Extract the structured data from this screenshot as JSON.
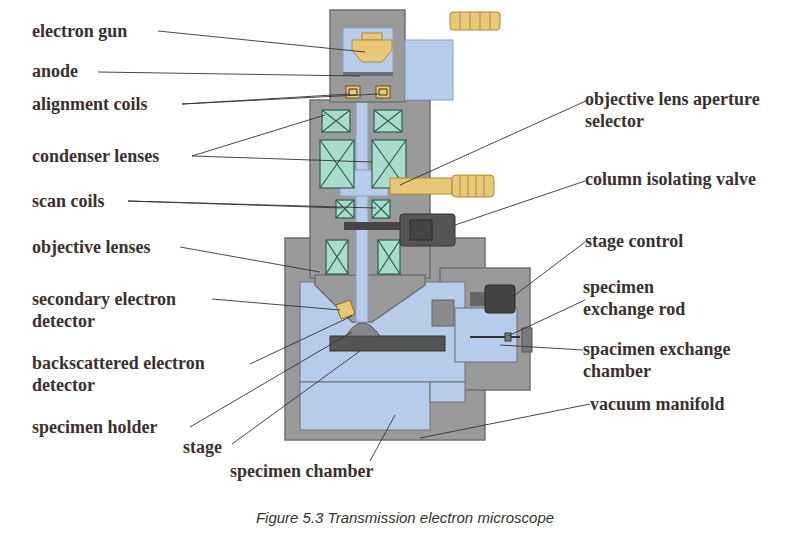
{
  "diagram": {
    "caption": "Figure 5.3 Transmission electron microscope",
    "labels": [
      "electron gun",
      "anode",
      "alignment coils",
      "condenser lenses",
      "scan coils",
      "objective lenses",
      "secondary electron detector",
      "backscattered electron detector",
      "specimen holder",
      "stage",
      "specimen chamber",
      "objective lens aperture selector",
      "column isolating valve",
      "stage control",
      "specimen exchange rod",
      "spacimen exchange chamber",
      "vacuum manifold"
    ]
  }
}
